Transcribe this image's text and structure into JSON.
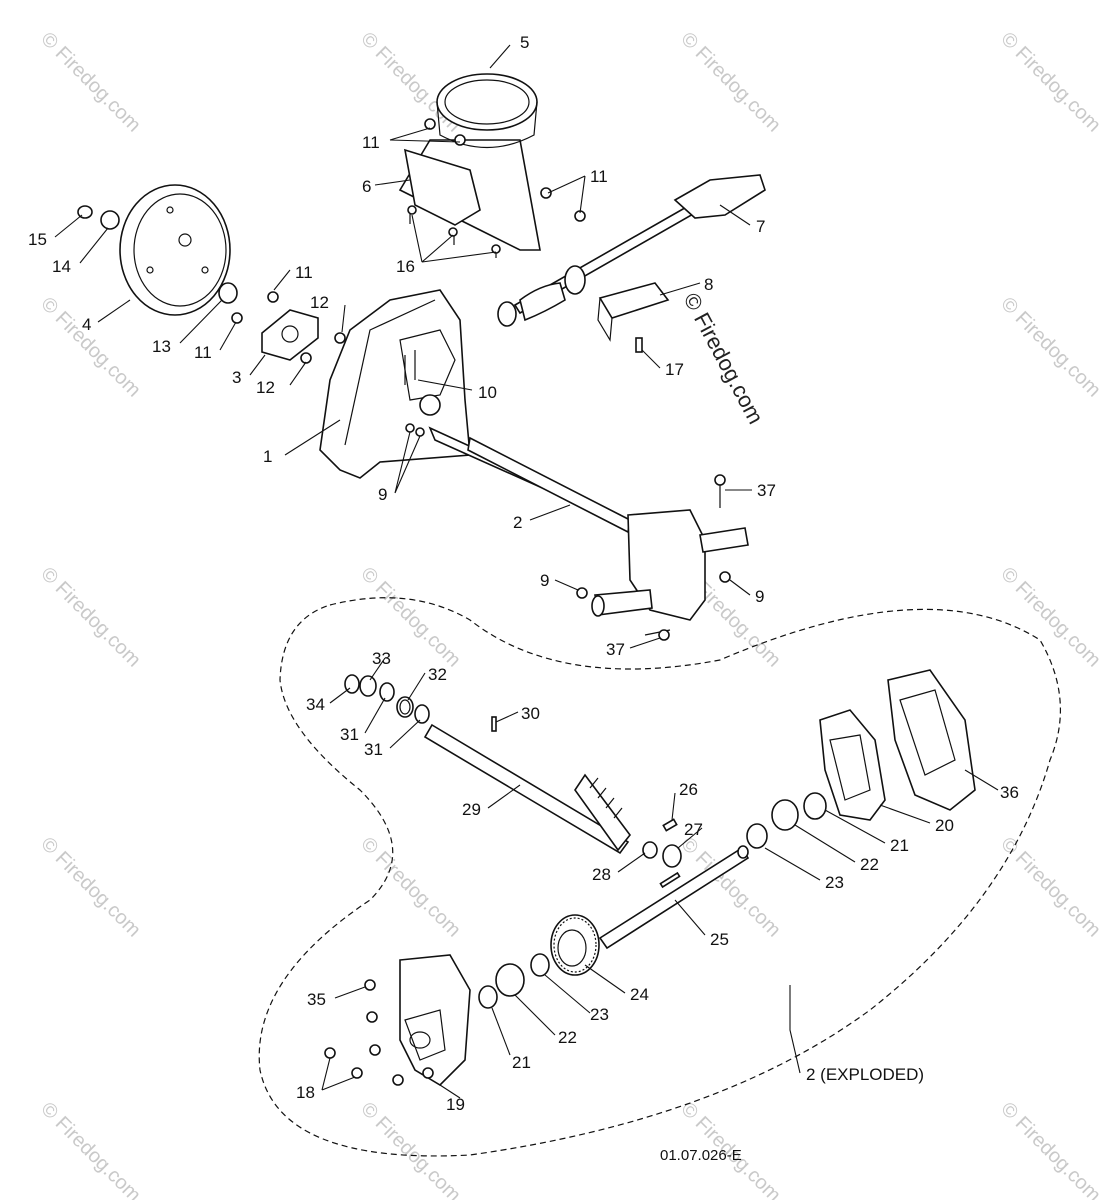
{
  "watermark": {
    "small": "© Firedog.com",
    "large": "© Firedog.com"
  },
  "diagram": {
    "drawing_code": "01.07.026-E",
    "exploded_label": "2 (EXPLODED)"
  },
  "callouts": {
    "c1": "1",
    "c2": "2",
    "c3": "3",
    "c4": "4",
    "c5": "5",
    "c6": "6",
    "c7": "7",
    "c8": "8",
    "c9a": "9",
    "c9b": "9",
    "c9c": "9",
    "c10": "10",
    "c11a": "11",
    "c11b": "11",
    "c11c": "11",
    "c11d": "11",
    "c12a": "12",
    "c12b": "12",
    "c13": "13",
    "c14": "14",
    "c15": "15",
    "c16": "16",
    "c17": "17",
    "c18": "18",
    "c19": "19",
    "c20": "20",
    "c21a": "21",
    "c21b": "21",
    "c22a": "22",
    "c22b": "22",
    "c23a": "23",
    "c23b": "23",
    "c24": "24",
    "c25": "25",
    "c26": "26",
    "c27": "27",
    "c28": "28",
    "c29": "29",
    "c30": "30",
    "c31a": "31",
    "c31b": "31",
    "c32": "32",
    "c33": "33",
    "c34": "34",
    "c35": "35",
    "c36": "36",
    "c37a": "37",
    "c37b": "37"
  }
}
